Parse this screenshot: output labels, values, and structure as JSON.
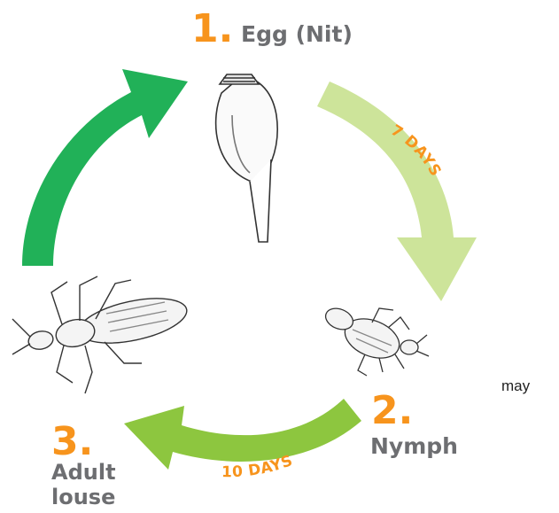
{
  "colors": {
    "arrow_dark_green": "#21b158",
    "arrow_light_green": "#cde49a",
    "arrow_mid_green": "#8dc63f",
    "number_orange": "#f7941d",
    "label_gray": "#6d6e71"
  },
  "stages": [
    {
      "number": "1.",
      "label": "Egg (Nit)"
    },
    {
      "number": "2.",
      "label": "Nymph"
    },
    {
      "number": "3.",
      "label_line1": "Adult",
      "label_line2": "louse"
    }
  ],
  "durations": {
    "egg_to_nymph": "7 DAYS",
    "nymph_to_adult": "10 DAYS"
  },
  "trailing_text": "may",
  "illustrations": [
    "nit-egg-icon",
    "nymph-louse-icon",
    "adult-louse-icon"
  ]
}
